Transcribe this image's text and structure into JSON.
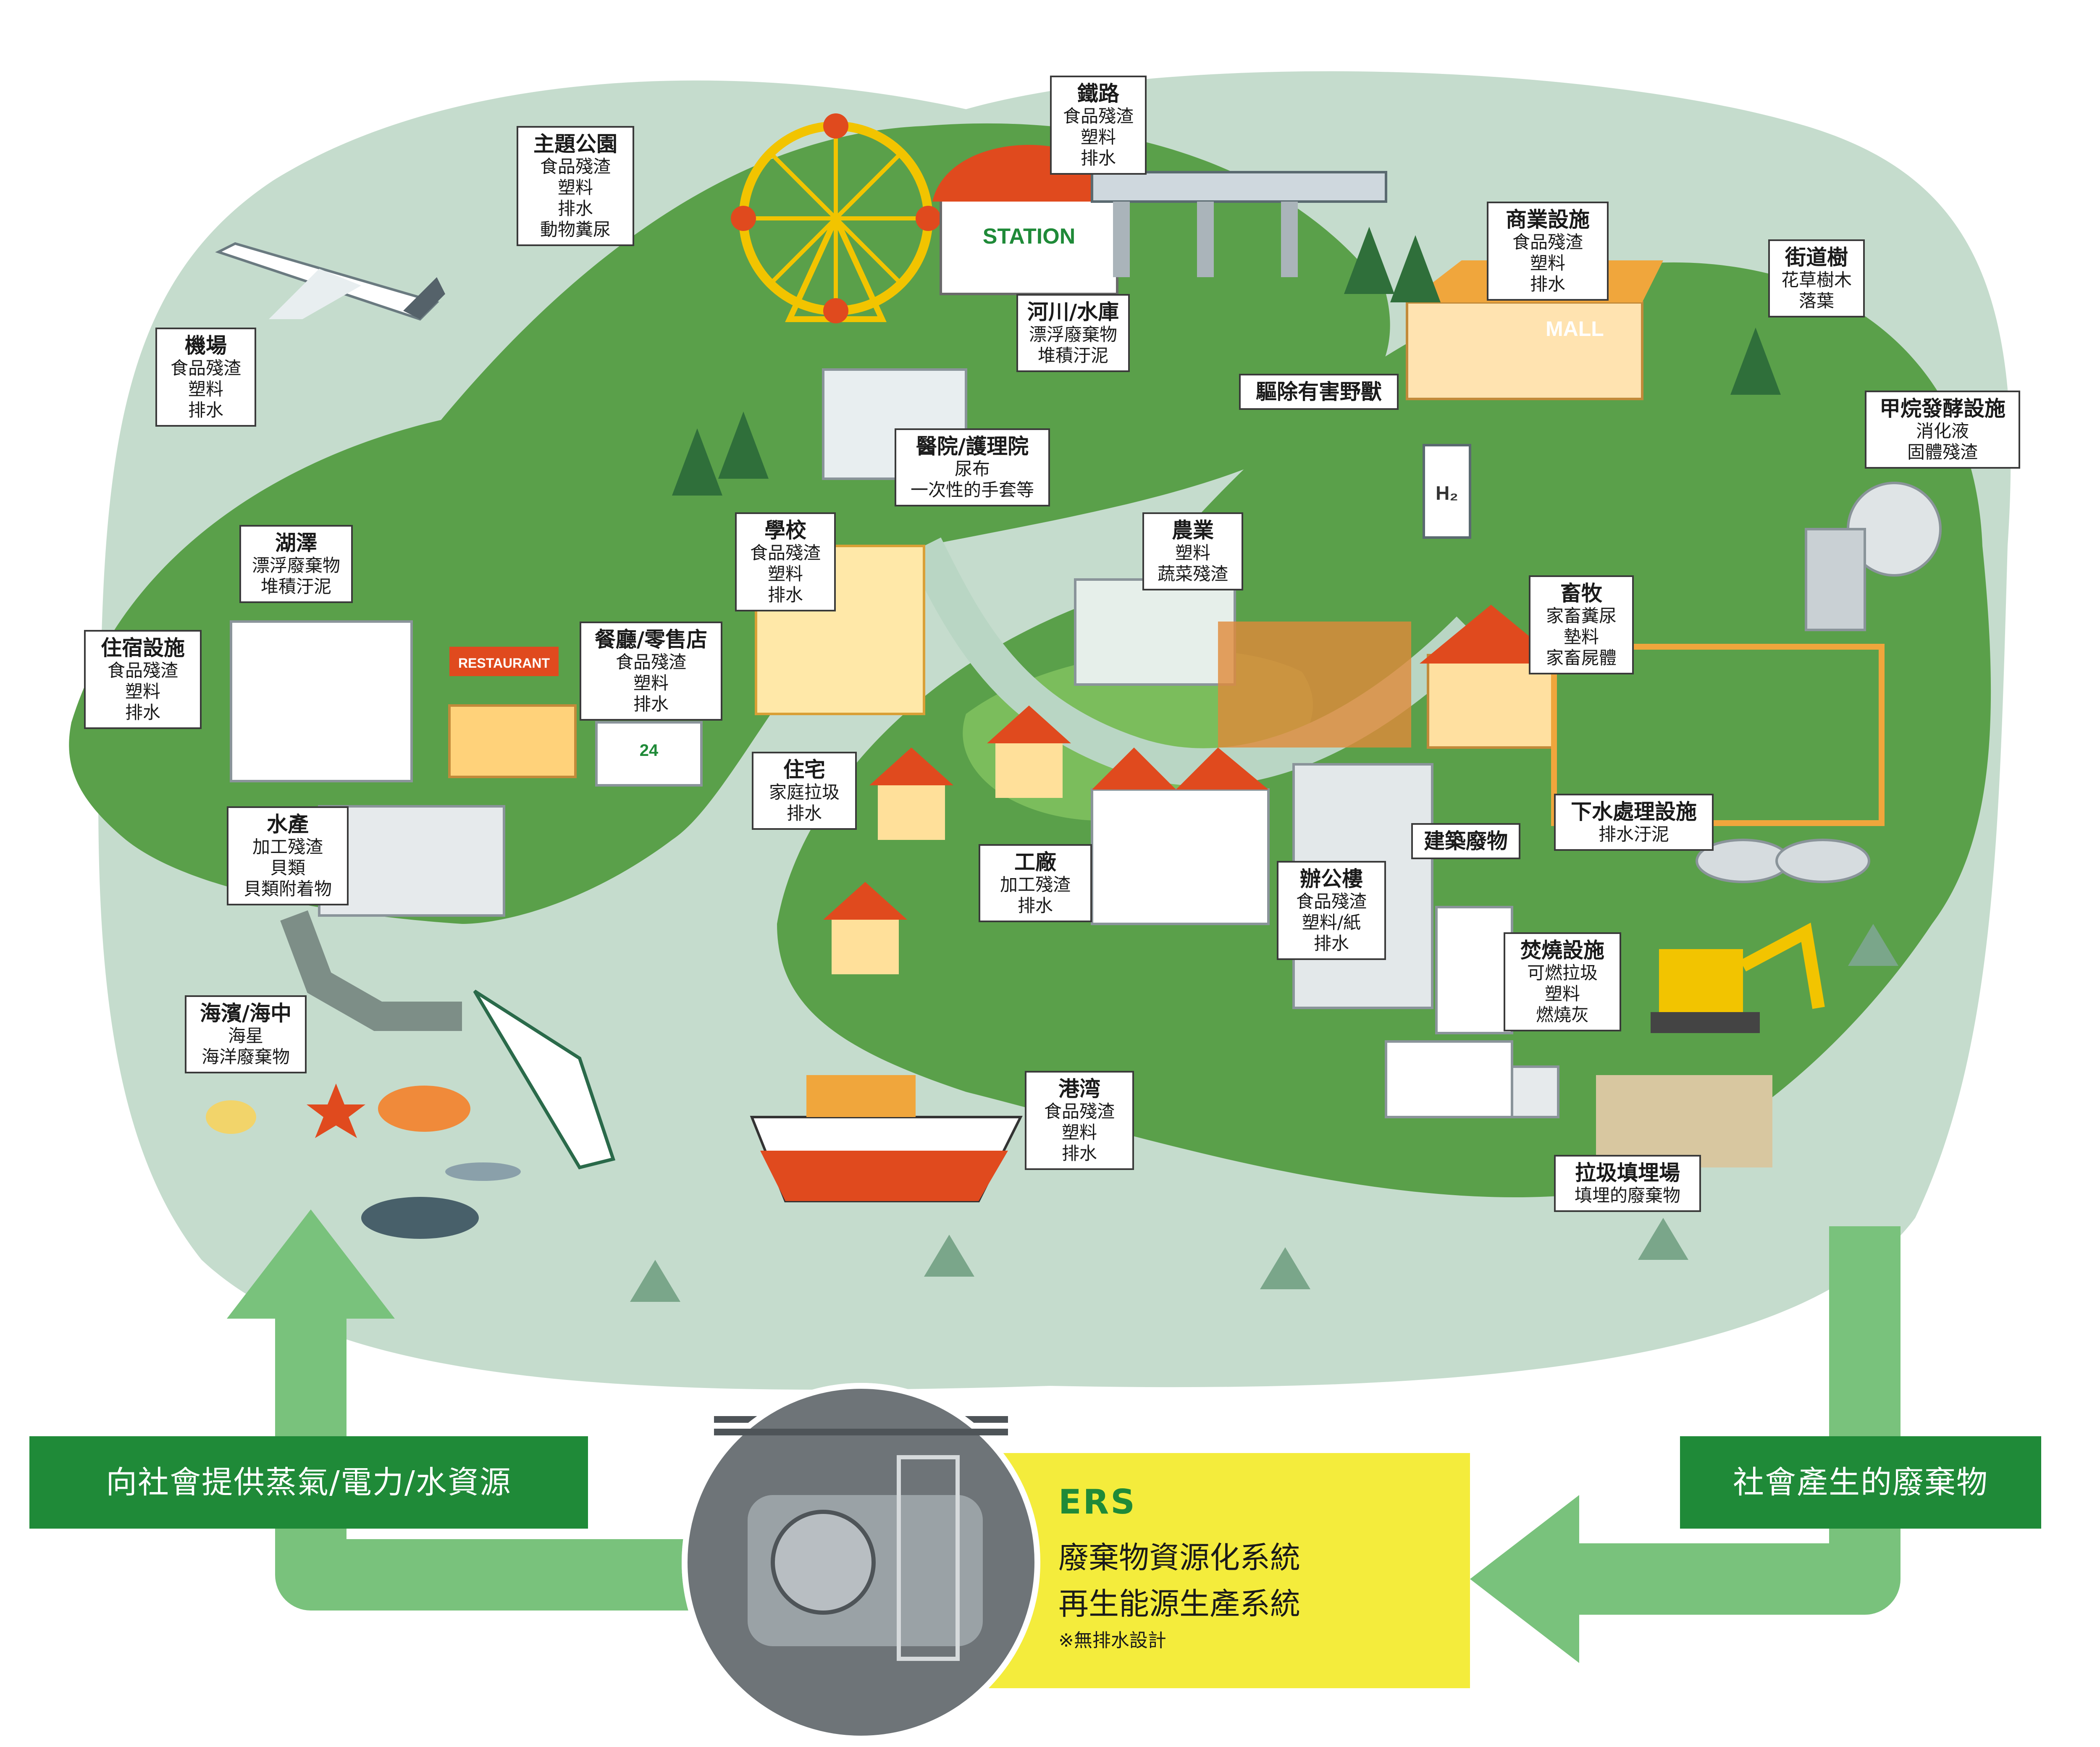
{
  "diagram": {
    "bottom_left_box": "向社會提供蒸氣/電力/水資源",
    "bottom_right_box": "社會產生的廢棄物",
    "ers": {
      "title": "ERS",
      "line1": "廢棄物資源化系統",
      "line2": "再生能源生產系統",
      "note": "※無排水設計"
    },
    "signs": {
      "station": "STATION",
      "mall": "MALL",
      "restaurant": "RESTAURANT",
      "h2": "H₂",
      "store": "24"
    },
    "colors": {
      "island": "#5aa04a",
      "sea": "#c5dccd",
      "arrow": "#79c27c",
      "box_green": "#1f8a38",
      "ers_yellow": "#f4ec3c"
    },
    "labels": [
      {
        "id": "railway",
        "title": "鐵路",
        "lines": [
          "食品殘渣",
          "塑料",
          "排水"
        ]
      },
      {
        "id": "theme-park",
        "title": "主題公園",
        "lines": [
          "食品殘渣",
          "塑料",
          "排水",
          "動物糞尿"
        ]
      },
      {
        "id": "commercial",
        "title": "商業設施",
        "lines": [
          "食品殘渣",
          "塑料",
          "排水"
        ]
      },
      {
        "id": "street-trees",
        "title": "街道樹",
        "lines": [
          "花草樹木",
          "落葉"
        ]
      },
      {
        "id": "airport",
        "title": "機場",
        "lines": [
          "食品殘渣",
          "塑料",
          "排水"
        ]
      },
      {
        "id": "river-dam",
        "title": "河川/水庫",
        "lines": [
          "漂浮廢棄物",
          "堆積汙泥"
        ]
      },
      {
        "id": "pest-animals",
        "title": "驅除有害野獸",
        "lines": []
      },
      {
        "id": "methane",
        "title": "甲烷發酵設施",
        "lines": [
          "消化液",
          "固體殘渣"
        ]
      },
      {
        "id": "hospital",
        "title": "醫院/護理院",
        "lines": [
          "尿布",
          "一次性的手套等"
        ]
      },
      {
        "id": "lake",
        "title": "湖澤",
        "lines": [
          "漂浮廢棄物",
          "堆積汙泥"
        ]
      },
      {
        "id": "school",
        "title": "學校",
        "lines": [
          "食品殘渣",
          "塑料",
          "排水"
        ]
      },
      {
        "id": "agriculture",
        "title": "農業",
        "lines": [
          "塑料",
          "蔬菜殘渣"
        ]
      },
      {
        "id": "livestock",
        "title": "畜牧",
        "lines": [
          "家畜糞尿",
          "墊料",
          "家畜屍體"
        ]
      },
      {
        "id": "lodging",
        "title": "住宿設施",
        "lines": [
          "食品殘渣",
          "塑料",
          "排水"
        ]
      },
      {
        "id": "restaurant-retail",
        "title": "餐廳/零售店",
        "lines": [
          "食品殘渣",
          "塑料",
          "排水"
        ]
      },
      {
        "id": "housing",
        "title": "住宅",
        "lines": [
          "家庭拉圾",
          "排水"
        ]
      },
      {
        "id": "fisheries",
        "title": "水產",
        "lines": [
          "加工殘渣",
          "貝類",
          "貝類附着物"
        ]
      },
      {
        "id": "construction",
        "title": "建築廢物",
        "lines": []
      },
      {
        "id": "sewage",
        "title": "下水處理設施",
        "lines": [
          "排水汙泥"
        ]
      },
      {
        "id": "factory",
        "title": "工廠",
        "lines": [
          "加工殘渣",
          "排水"
        ]
      },
      {
        "id": "office",
        "title": "辦公樓",
        "lines": [
          "食品殘渣",
          "塑料/紙",
          "排水"
        ]
      },
      {
        "id": "incinerator",
        "title": "焚燒設施",
        "lines": [
          "可燃拉圾",
          "塑料",
          "燃燒灰"
        ]
      },
      {
        "id": "beach",
        "title": "海濱/海中",
        "lines": [
          "海星",
          "海洋廢棄物"
        ]
      },
      {
        "id": "harbor",
        "title": "港湾",
        "lines": [
          "食品殘渣",
          "塑料",
          "排水"
        ]
      },
      {
        "id": "landfill",
        "title": "拉圾填埋場",
        "lines": [
          "填埋的廢棄物"
        ]
      }
    ]
  }
}
